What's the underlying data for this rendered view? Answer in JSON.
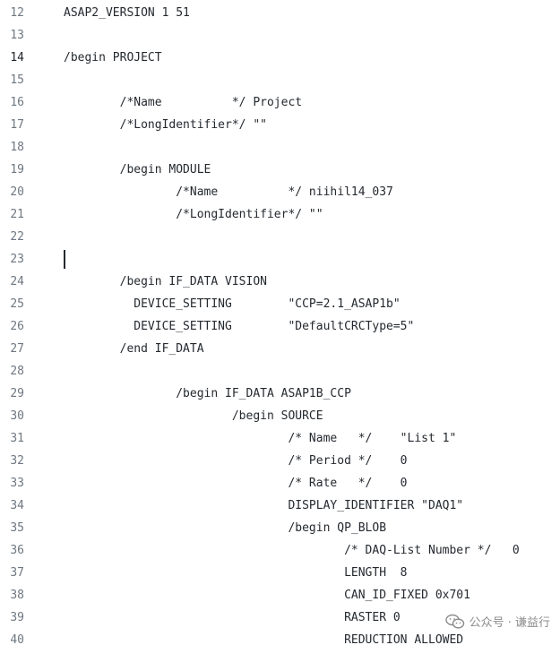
{
  "editor": {
    "current_line": 14,
    "caret_line": 23,
    "lines": [
      {
        "num": "12",
        "text": "ASAP2_VERSION 1 51"
      },
      {
        "num": "13",
        "text": ""
      },
      {
        "num": "14",
        "text": "/begin PROJECT"
      },
      {
        "num": "15",
        "text": ""
      },
      {
        "num": "16",
        "text": "        /*Name          */ Project"
      },
      {
        "num": "17",
        "text": "        /*LongIdentifier*/ \"\""
      },
      {
        "num": "18",
        "text": ""
      },
      {
        "num": "19",
        "text": "        /begin MODULE"
      },
      {
        "num": "20",
        "text": "                /*Name          */ niihil14_037"
      },
      {
        "num": "21",
        "text": "                /*LongIdentifier*/ \"\""
      },
      {
        "num": "22",
        "text": ""
      },
      {
        "num": "23",
        "text": ""
      },
      {
        "num": "24",
        "text": "        /begin IF_DATA VISION"
      },
      {
        "num": "25",
        "text": "          DEVICE_SETTING        \"CCP=2.1_ASAP1b\""
      },
      {
        "num": "26",
        "text": "          DEVICE_SETTING        \"DefaultCRCType=5\""
      },
      {
        "num": "27",
        "text": "        /end IF_DATA"
      },
      {
        "num": "28",
        "text": ""
      },
      {
        "num": "29",
        "text": "                /begin IF_DATA ASAP1B_CCP"
      },
      {
        "num": "30",
        "text": "                        /begin SOURCE"
      },
      {
        "num": "31",
        "text": "                                /* Name   */    \"List 1\""
      },
      {
        "num": "32",
        "text": "                                /* Period */    0"
      },
      {
        "num": "33",
        "text": "                                /* Rate   */    0"
      },
      {
        "num": "34",
        "text": "                                DISPLAY_IDENTIFIER \"DAQ1\""
      },
      {
        "num": "35",
        "text": "                                /begin QP_BLOB"
      },
      {
        "num": "36",
        "text": "                                        /* DAQ-List Number */   0"
      },
      {
        "num": "37",
        "text": "                                        LENGTH  8"
      },
      {
        "num": "38",
        "text": "                                        CAN_ID_FIXED 0x701"
      },
      {
        "num": "39",
        "text": "                                        RASTER 0"
      },
      {
        "num": "40",
        "text": "                                        REDUCTION ALLOWED"
      }
    ]
  },
  "watermark": {
    "text": "公众号 · 谦益行",
    "icon": "wechat-icon"
  }
}
